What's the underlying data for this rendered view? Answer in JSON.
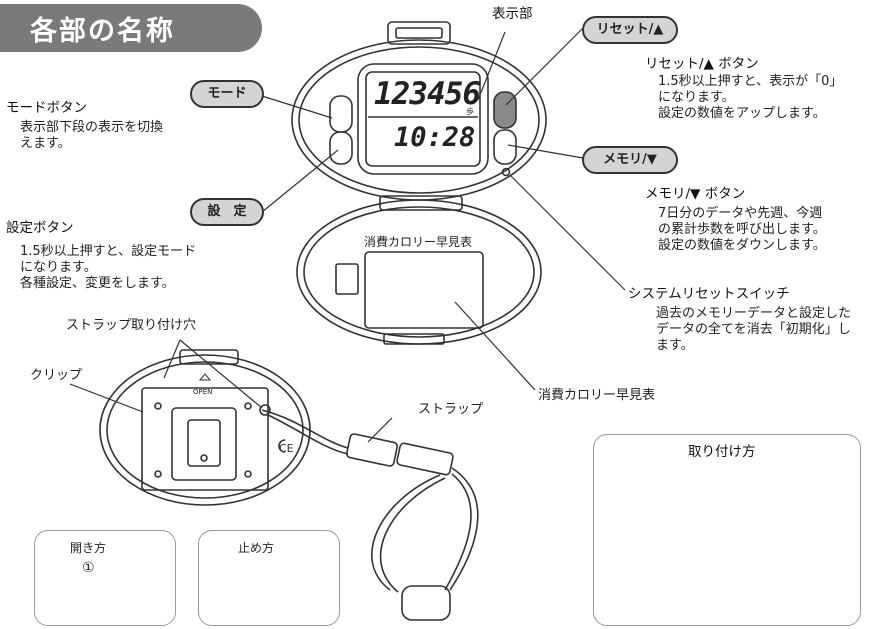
{
  "title": "各部の名称",
  "labels": {
    "display_part": "表示部",
    "mode_pill": "モード",
    "setting_pill": "設　定",
    "reset_pill": "リセット/▲",
    "memory_pill": "メモリ/▼",
    "mode_head": "モードボタン",
    "mode_desc": "表示部下段の表示を切換\nえます。",
    "setting_head": "設定ボタン",
    "setting_desc": "1.5秒以上押すと、設定モード\nになります。\n各種設定、変更をします。",
    "reset_head": "リセット/▲ ボタン",
    "reset_desc": "1.5秒以上押すと、表示が「0」\nになります。\n設定の数値をアップします。",
    "memory_head": "メモリ/▼ ボタン",
    "memory_desc": "7日分のデータや先週、今週\nの累計歩数を呼び出します。\n設定の数値をダウンします。",
    "system_head": "システムリセットスイッチ",
    "system_desc": "過去のメモリーデータと設定した\nデータの全てを消去「初期化」し\nます。",
    "calorie_label": "消費カロリー早見表",
    "calorie_table": "消費カロリー早見表",
    "strap_hole": "ストラップ取り付け穴",
    "clip": "クリップ",
    "strap": "ストラップ",
    "open_mark": "OPEN",
    "how_to_open": "開き方",
    "how_to_close": "止め方",
    "attach_title": "取り付け方",
    "circled_one": "①"
  },
  "display": {
    "steps": "123456",
    "steps_unit": "歩",
    "time": "10:28"
  },
  "colors": {
    "title_bg": "#7a7a7a",
    "pill_bg": "#d4d4d4",
    "line": "#333333"
  }
}
